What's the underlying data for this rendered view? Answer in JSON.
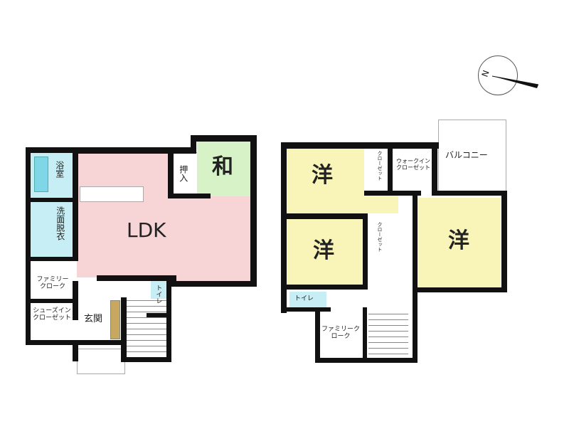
{
  "floor1": {
    "bath": "浴室",
    "washroom": "洗面脱衣",
    "ldk": "LDK",
    "oshiire": "押入",
    "washitsu": "和",
    "family_cloak": "ファミリークローク",
    "shoes_closet": "シューズインクローゼット",
    "entrance": "玄関",
    "toilet": "トイレ"
  },
  "floor2": {
    "western1": "洋",
    "western2": "洋",
    "western3": "洋",
    "closet1": "クローゼット",
    "closet2": "クローゼット",
    "walkin_closet": "ウォークインクローゼット",
    "balcony": "バルコニー",
    "toilet": "トイレ",
    "family_cloak": "ファミリークローク"
  },
  "compass": {
    "north": "N"
  },
  "colors": {
    "ldk": "#f7d4d6",
    "washitsu": "#d8f2c8",
    "wet": "#c6eef4",
    "western": "#f9f5b8"
  }
}
